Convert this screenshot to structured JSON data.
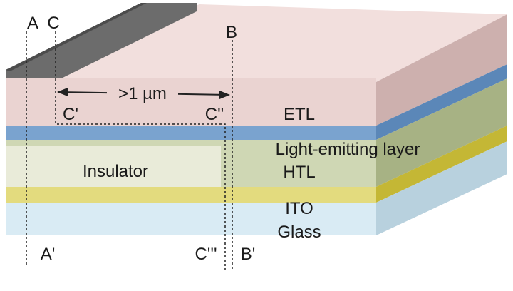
{
  "colors": {
    "etl": "#ead3d1",
    "etl_side": "#cdb0ae",
    "top": "#f2dfdd",
    "emitting": "#7aa3cf",
    "emitting_side": "#5b87b8",
    "htl": "#cfd7b4",
    "htl_side": "#a7b284",
    "insulator": "#e9ebd9",
    "ito": "#e3db7e",
    "ito_side": "#c4b735",
    "glass": "#d9ebf4",
    "glass_side": "#b8d1de",
    "electrode": "#6c6c6c",
    "electrode_dark": "#4c4c4c",
    "line": "#222222"
  },
  "layers": {
    "etl": "ETL",
    "emitting": "Light-emitting layer",
    "htl": "HTL",
    "insulator": "Insulator",
    "ito": "ITO",
    "glass": "Glass"
  },
  "markers": {
    "a": "A",
    "c": "C",
    "b": "B",
    "c1": "C'",
    "c2": "C''",
    "a1": "A'",
    "c3": "C'''",
    "b1": "B'"
  },
  "dimension": ">1 µm"
}
